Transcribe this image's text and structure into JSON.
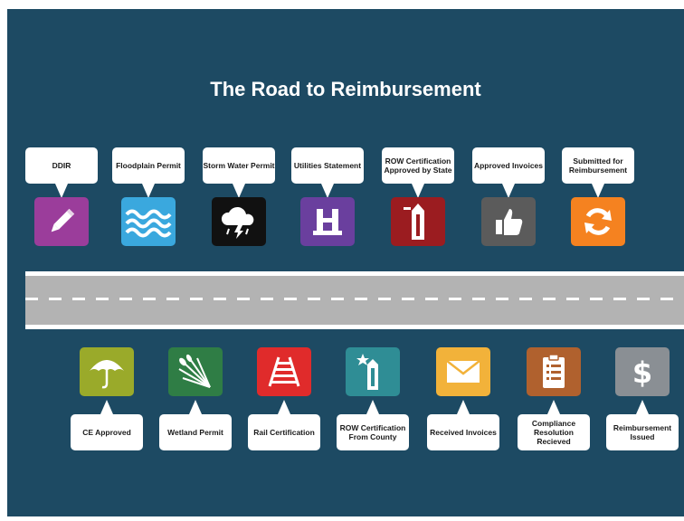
{
  "title": "The Road to Reimbursement",
  "colors": {
    "background": "#1d4a63",
    "road": "#b3b3b3",
    "ddir": "#9b3d9b",
    "floodplain": "#3aa8de",
    "storm_water": "#111111",
    "utilities": "#6a3f9e",
    "row_state": "#9b1c20",
    "approved_invoices": "#5b5b5b",
    "submitted": "#f58220",
    "ce_approved": "#9aaa2a",
    "wetland": "#2f7d45",
    "rail": "#e02b2b",
    "row_county": "#2f8d95",
    "received_invoices": "#f2b23a",
    "compliance": "#b0612e",
    "reimbursement": "#8a8f94"
  },
  "top_steps": [
    {
      "label": "DDIR",
      "icon": "pencil-icon"
    },
    {
      "label": "Floodplain Permit",
      "icon": "waves-icon"
    },
    {
      "label": "Storm Water Permit",
      "icon": "storm-cloud-icon"
    },
    {
      "label": "Utilities Statement",
      "icon": "utility-pole-icon"
    },
    {
      "label": "ROW Certification Approved by State",
      "icon": "row-marker-icon"
    },
    {
      "label": "Approved Invoices",
      "icon": "thumbs-up-icon"
    },
    {
      "label": "Submitted for Reimbursement",
      "icon": "refresh-icon"
    }
  ],
  "bottom_steps": [
    {
      "label": "CE Approved",
      "icon": "umbrella-icon"
    },
    {
      "label": "Wetland Permit",
      "icon": "wetland-reeds-icon"
    },
    {
      "label": "Rail Certification",
      "icon": "railroad-icon"
    },
    {
      "label": "ROW Certification From County",
      "icon": "row-marker-icon"
    },
    {
      "label": "Received Invoices",
      "icon": "envelope-icon"
    },
    {
      "label": "Compliance Resolution Recieved",
      "icon": "clipboard-icon"
    },
    {
      "label": "Reimbursement Issued",
      "icon": "dollar-icon"
    }
  ]
}
